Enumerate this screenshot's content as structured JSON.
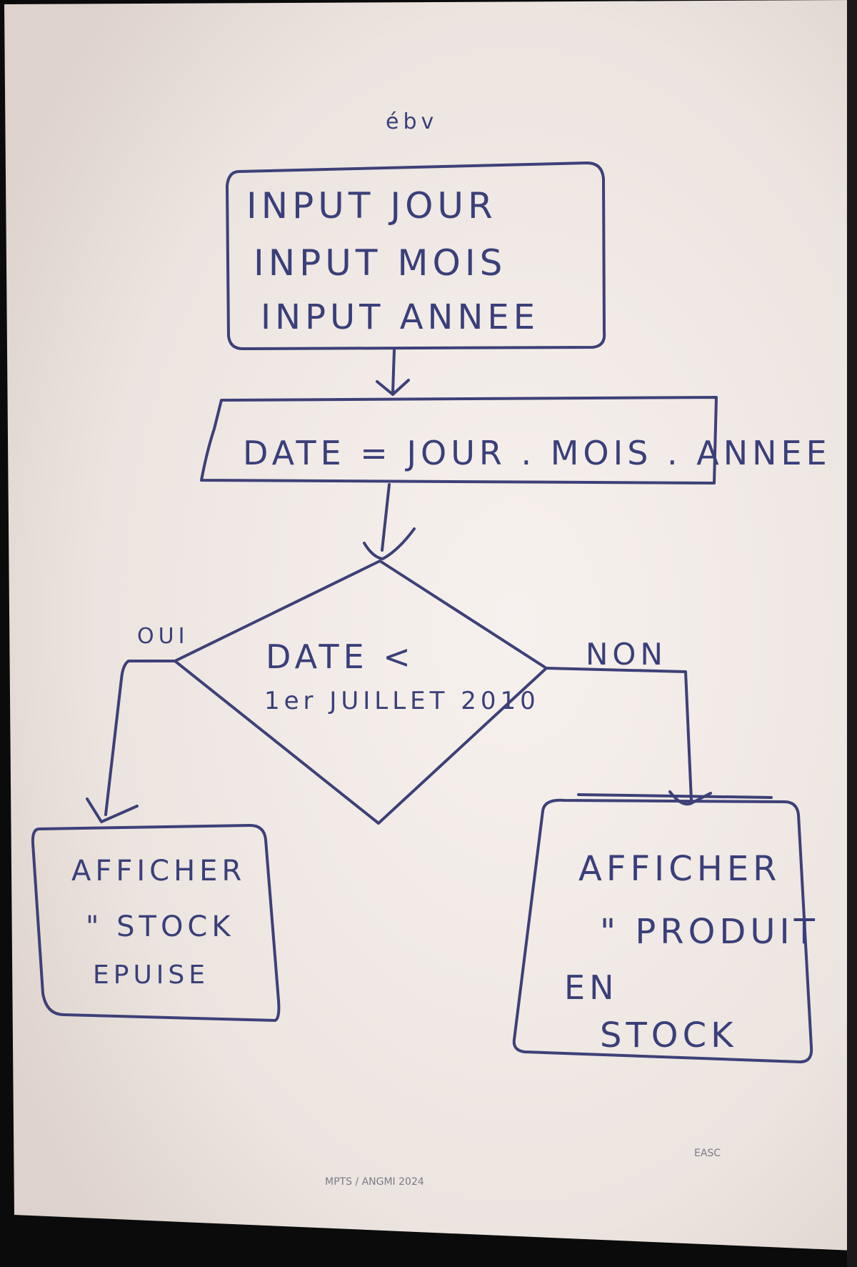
{
  "colors": {
    "paper": "#efe8e3",
    "ink": "#3d4078",
    "background": "#0b0b0b"
  },
  "top_mark": "ébv",
  "input_box": {
    "lines": [
      "INPUT JOUR",
      "INPUT MOIS",
      "INPUT ANNEE"
    ]
  },
  "process_box": {
    "text": "DATE = JOUR . MOIS . ANNEE"
  },
  "decision": {
    "line1": "DATE <",
    "line2": "1er JUILLET 2010",
    "yes_label": "OUI",
    "no_label": "NON"
  },
  "left_box": {
    "lines": [
      "AFFICHER",
      "\" STOCK",
      "EPUISE"
    ]
  },
  "right_box": {
    "lines": [
      "AFFICHER",
      "\" PRODUIT",
      "EN",
      "STOCK"
    ]
  },
  "footer": {
    "center": "MPTS / ANGMI 2024",
    "right": "EASC"
  }
}
